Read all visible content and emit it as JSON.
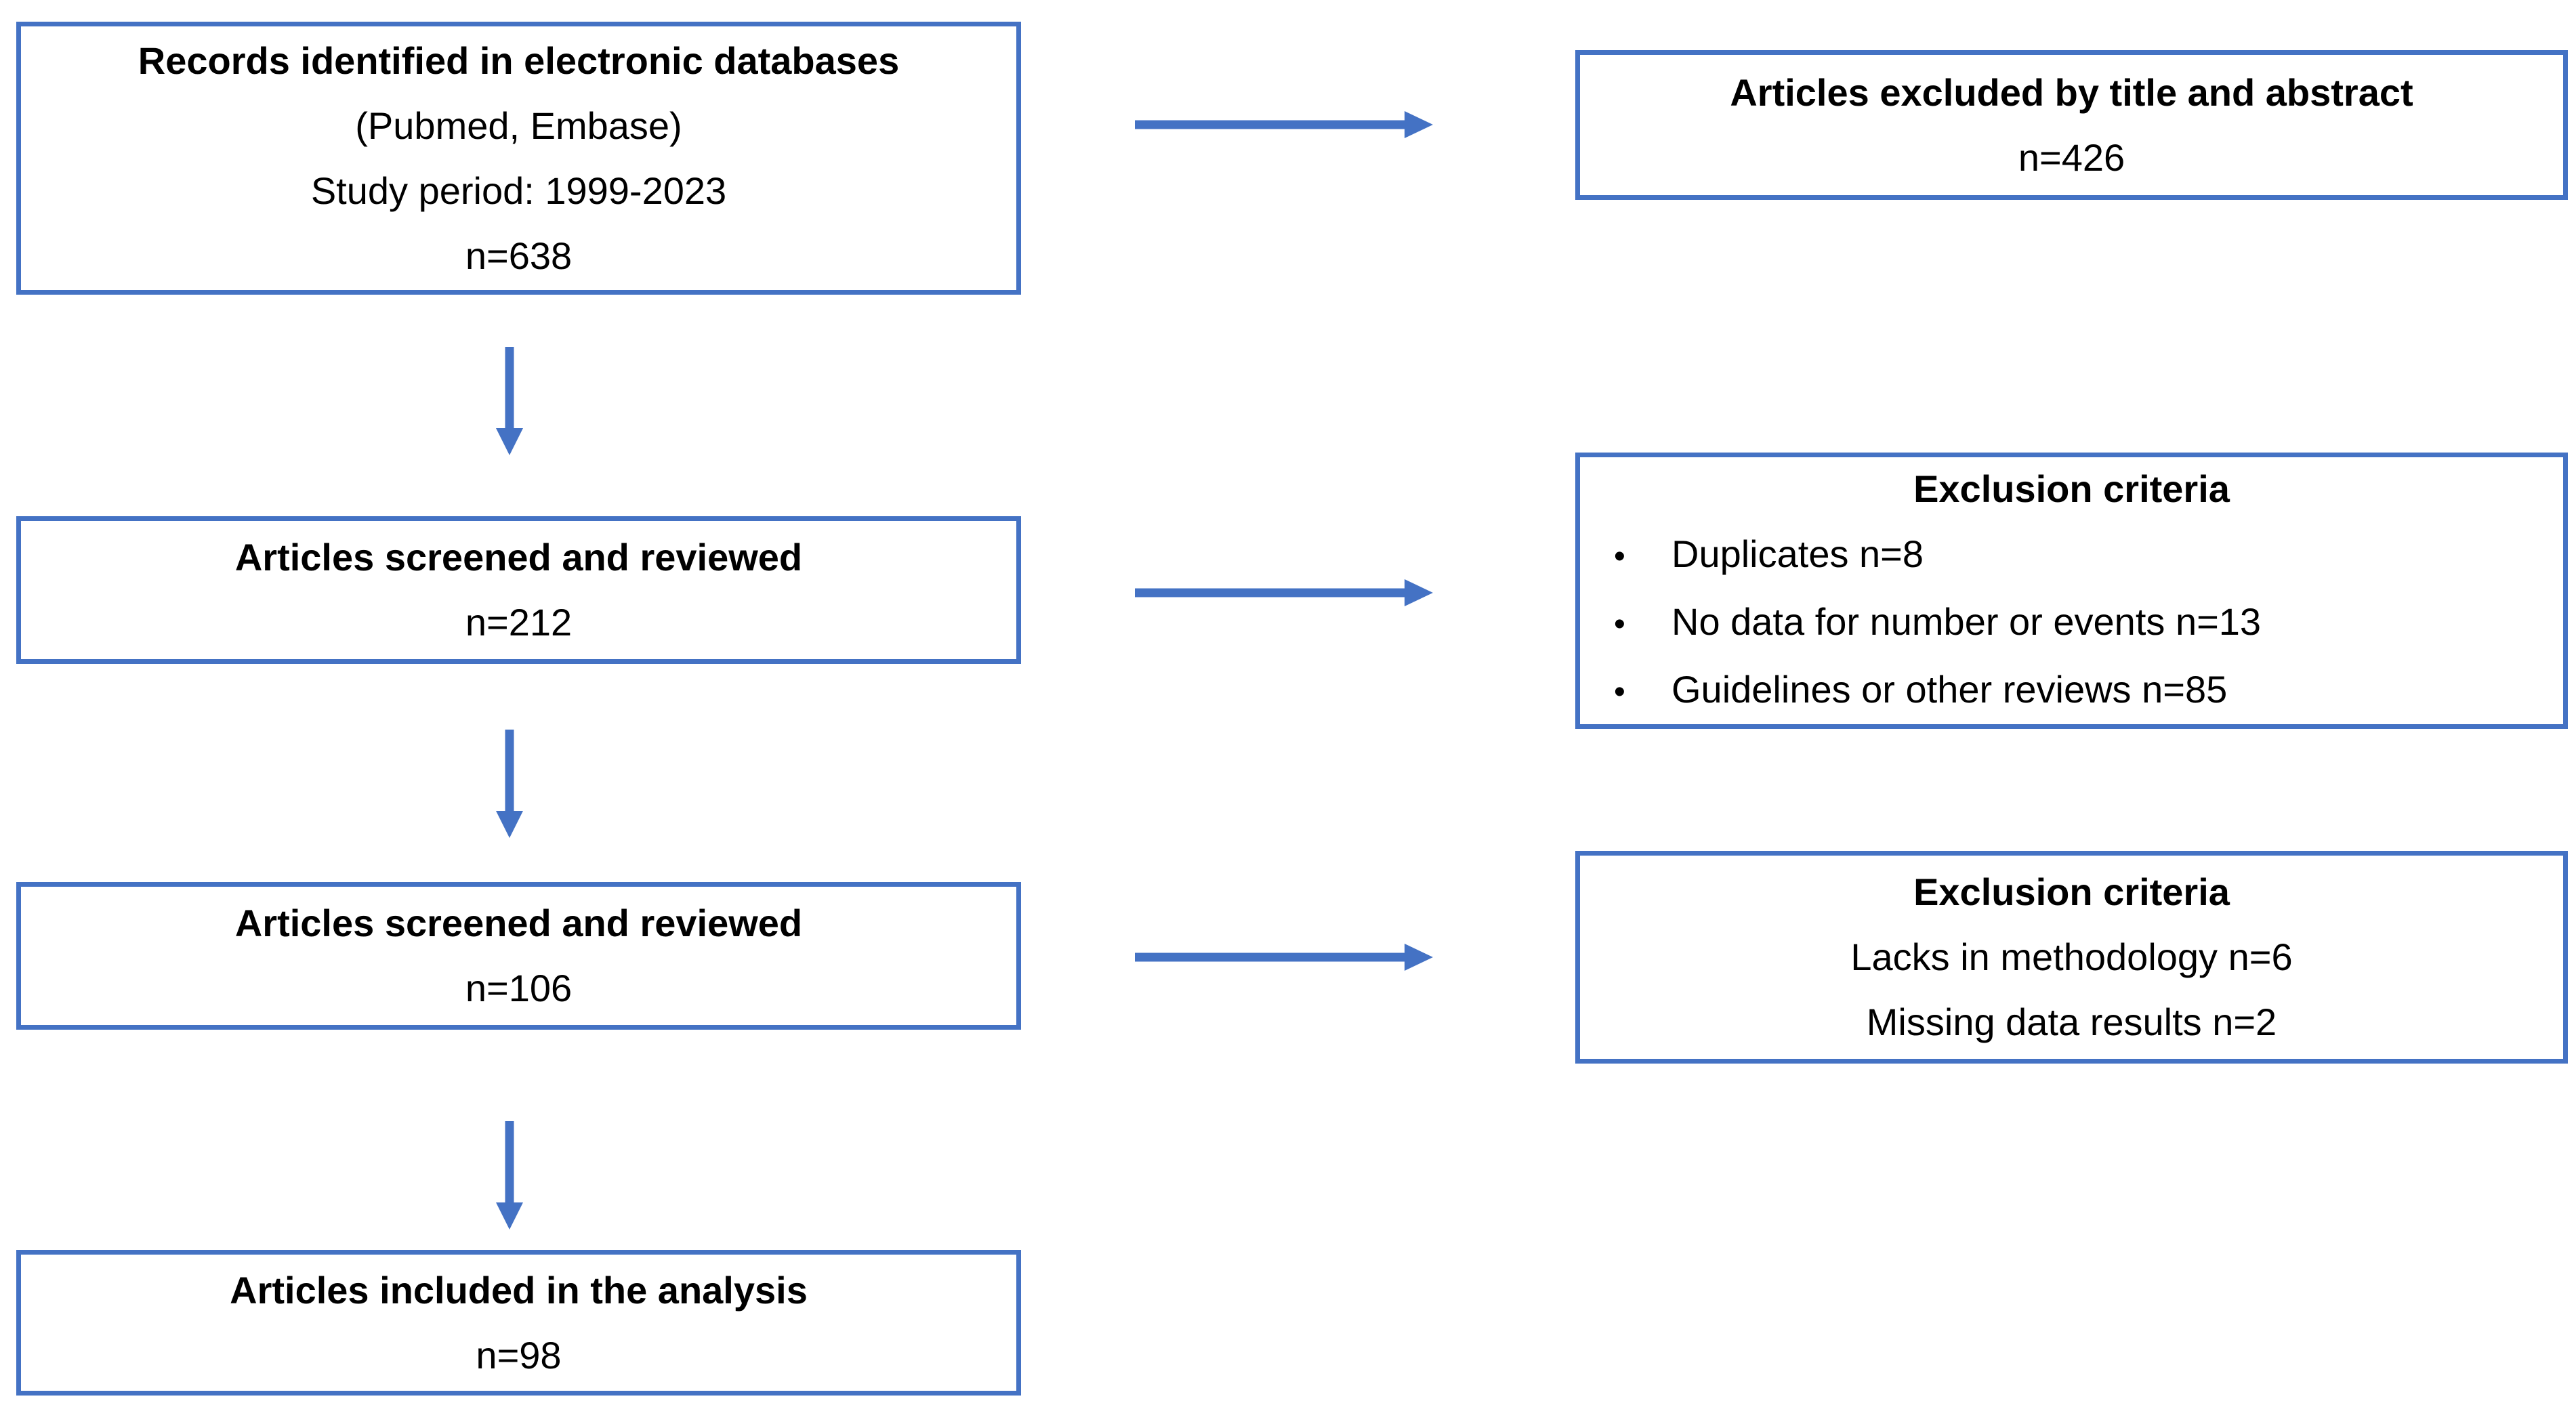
{
  "meta": {
    "diagram_type": "study-selection flow diagram (PRISMA-style)",
    "background": "#ffffff"
  },
  "colors": {
    "accent_blue": "#4472C4",
    "text": "#000000",
    "box_fill": "#ffffff"
  },
  "boxes": {
    "records": {
      "title": "Records identified in electronic databases",
      "sources": "(Pubmed, Embase)",
      "period": "Study period: 1999-2023",
      "count": "n=638"
    },
    "excluded_title_abstract": {
      "title": "Articles excluded by title and abstract",
      "count": "n=426"
    },
    "screened_first": {
      "title": "Articles screened and reviewed",
      "count": "n=212"
    },
    "exclusion_criteria_first": {
      "title": "Exclusion criteria",
      "bullets": [
        "Duplicates n=8",
        "No data for number or events n=13",
        "Guidelines or other reviews n=85"
      ]
    },
    "screened_second": {
      "title": "Articles screened and reviewed",
      "count": "n=106"
    },
    "exclusion_criteria_second": {
      "title": "Exclusion criteria",
      "line1": "Lacks in methodology n=6",
      "line2": "Missing data results n=2"
    },
    "included": {
      "title": "Articles included in the analysis",
      "count": "n=98"
    }
  }
}
